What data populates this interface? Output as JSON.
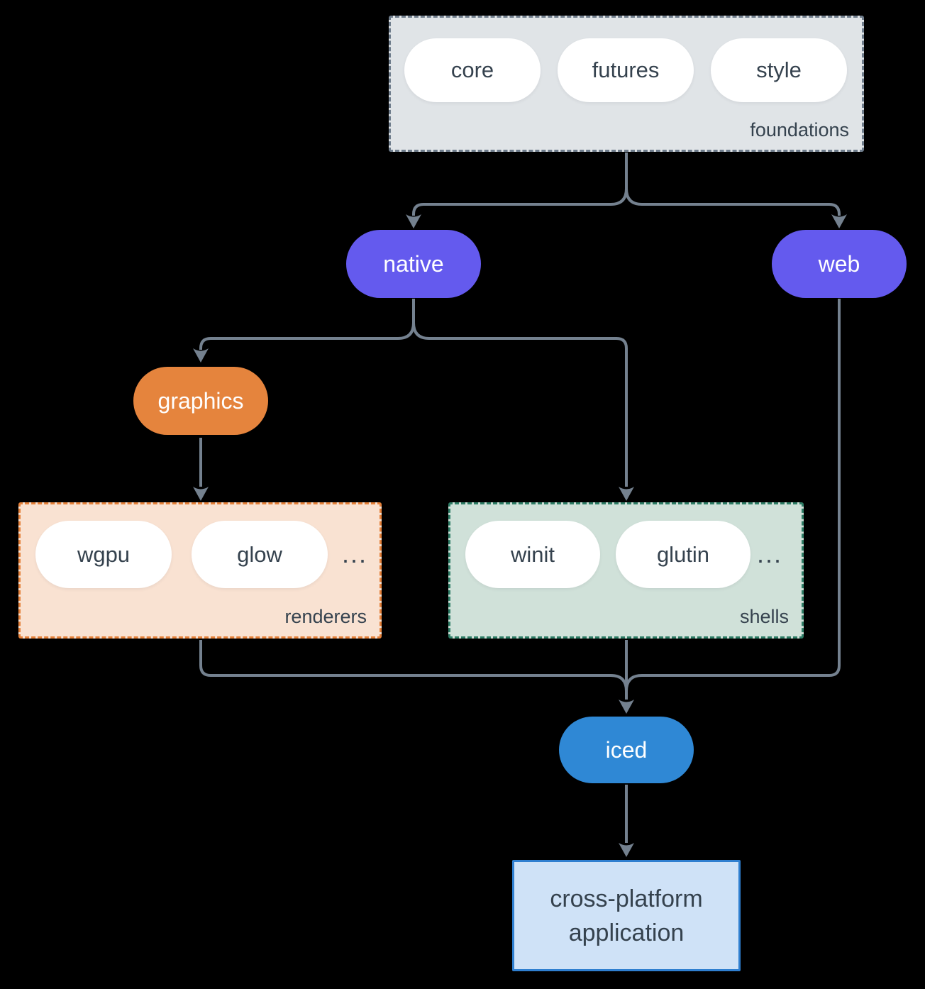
{
  "colors": {
    "background": "#000000",
    "edge": "#74818f",
    "node_purple": "#645aee",
    "node_orange": "#e5843d",
    "node_blue": "#2f88d5",
    "pill_white": "#ffffff",
    "dark_text": "#35424e",
    "light_text": "#ffffff",
    "foundations_fill": "#e0e4e7",
    "foundations_border": "#6f7d8c",
    "renderers_fill": "#f9e2d2",
    "renderers_border": "#e5813a",
    "shells_fill": "#d0e1d9",
    "shells_border": "#2e7d66",
    "application_fill": "#cfe2f7",
    "application_border": "#2f7fd0"
  },
  "foundations": {
    "label": "foundations",
    "items": [
      "core",
      "futures",
      "style"
    ]
  },
  "nodes": {
    "native": "native",
    "web": "web",
    "graphics": "graphics",
    "iced": "iced"
  },
  "renderers": {
    "label": "renderers",
    "items": [
      "wgpu",
      "glow"
    ],
    "more": "..."
  },
  "shells": {
    "label": "shells",
    "items": [
      "winit",
      "glutin"
    ],
    "more": "..."
  },
  "application": {
    "line1": "cross-platform",
    "line2": "application"
  }
}
